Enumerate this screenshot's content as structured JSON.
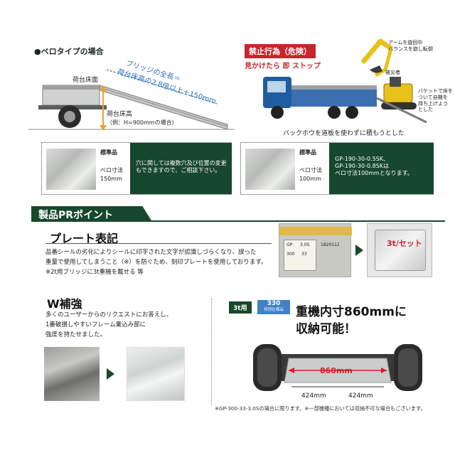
{
  "top_left": {
    "heading": "●ベロタイプの場合",
    "bridge_note_line1": "ブリッジの全長＝",
    "bridge_note_line2": "荷台床高の2.8倍以上＋150mm",
    "label_floor": "荷台床面",
    "label_height": "荷台床高",
    "label_height_example": "（例：H=900mmの場合）"
  },
  "top_right": {
    "banner_red": "禁止行為（危険）",
    "banner_red2": "見かけたら 即 ストップ",
    "note_arm": "アームを旋回中\nバランスを崩し転倒",
    "note_victim": "被災者",
    "note_bucket": "バケットで床を\nついて自機を\n持ち上げよう\nとした",
    "caption": "バックホウを道板を使わずに積もうとした"
  },
  "std_boxes": [
    {
      "tag": "標準品",
      "tongue_label": "ベロ寸法",
      "tongue_value": "150mm",
      "message": "穴に関しては複数穴及び位置の変更\nもできますので、ご相談下さい。"
    },
    {
      "tag": "標準品",
      "tongue_label": "ベロ寸法",
      "tongue_value": "100mm",
      "message": "GP-190-30-0.5SK、\nGP-190-30-0.8SKは\nベロ寸法100mmとなります。"
    }
  ],
  "pr_section": {
    "title": "製品PRポイント",
    "plate_title": "プレート表記",
    "plate_text_1": "品番シールの劣化によりシールに印字された文字が認識しづらくなり、誤った",
    "plate_text_2": "重量で使用してしまうこと（※）を防ぐため、刻印プレートを使用しております。",
    "plate_text_3": "※2t用ブリッジに3t重機を載せる 等",
    "sticker_label_a": "GP",
    "sticker_label_b": "300",
    "sticker_label_c": "33",
    "sticker_label_d": "3.0S",
    "sticker_code": "1820112",
    "plate_stamp": "3t/セット"
  },
  "w_section": {
    "title": "W補強",
    "text_1": "多くのユーザーからのリクエストにお答えし、",
    "text_2": "1番破損しやすいフレーム乗込み部に",
    "text_3": "強度を持たせました。"
  },
  "machine_section": {
    "badge_3t": "3t用",
    "badge_330": "330",
    "badge_330_sub": "特別仕様品",
    "headline_1": "重機内寸860mmに",
    "headline_2": "収納可能！",
    "dim_total": "860mm",
    "dim_left": "424mm",
    "dim_right": "424mm",
    "footnote": "※GP-300-33-3.0Sの場合に限ります。※一部機種においては収納不可な場合もございます。"
  },
  "colors": {
    "dark_green": "#17472c",
    "red_banner": "#c8252d",
    "blue_text": "#2c6fb3",
    "orange_arrow": "#e8a13a",
    "excavator_yellow": "#e6c21a",
    "truck_blue": "#1f5d9e"
  }
}
